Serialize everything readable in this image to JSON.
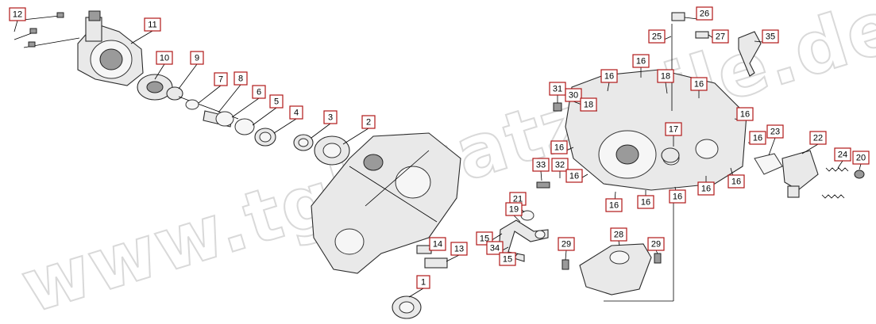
{
  "diagram": {
    "watermark": "www.tgb-satzteile.de",
    "callouts": [
      {
        "id": "c12",
        "label": "12"
      },
      {
        "id": "c11",
        "label": "11"
      },
      {
        "id": "c10",
        "label": "10"
      },
      {
        "id": "c9",
        "label": "9"
      },
      {
        "id": "c7",
        "label": "7"
      },
      {
        "id": "c8",
        "label": "8"
      },
      {
        "id": "c6",
        "label": "6"
      },
      {
        "id": "c5",
        "label": "5"
      },
      {
        "id": "c4",
        "label": "4"
      },
      {
        "id": "c3",
        "label": "3"
      },
      {
        "id": "c2",
        "label": "2"
      },
      {
        "id": "c1",
        "label": "1"
      },
      {
        "id": "c14",
        "label": "14"
      },
      {
        "id": "c13",
        "label": "13"
      },
      {
        "id": "c26",
        "label": "26"
      },
      {
        "id": "c25",
        "label": "25"
      },
      {
        "id": "c27",
        "label": "27"
      },
      {
        "id": "c35",
        "label": "35"
      },
      {
        "id": "c16a",
        "label": "16"
      },
      {
        "id": "c16b",
        "label": "16"
      },
      {
        "id": "c18a",
        "label": "18"
      },
      {
        "id": "c16c",
        "label": "16"
      },
      {
        "id": "c31",
        "label": "31"
      },
      {
        "id": "c30",
        "label": "30"
      },
      {
        "id": "c18b",
        "label": "18"
      },
      {
        "id": "c16d",
        "label": "16"
      },
      {
        "id": "c16e",
        "label": "16"
      },
      {
        "id": "c17",
        "label": "17"
      },
      {
        "id": "c16f",
        "label": "16"
      },
      {
        "id": "c23",
        "label": "23"
      },
      {
        "id": "c22",
        "label": "22"
      },
      {
        "id": "c33",
        "label": "33"
      },
      {
        "id": "c32",
        "label": "32"
      },
      {
        "id": "c16g",
        "label": "16"
      },
      {
        "id": "c24",
        "label": "24"
      },
      {
        "id": "c20",
        "label": "20"
      },
      {
        "id": "c16h",
        "label": "16"
      },
      {
        "id": "c16i",
        "label": "16"
      },
      {
        "id": "c16j",
        "label": "16"
      },
      {
        "id": "c16k",
        "label": "16"
      },
      {
        "id": "c16l",
        "label": "16"
      },
      {
        "id": "c21",
        "label": "21"
      },
      {
        "id": "c19",
        "label": "19"
      },
      {
        "id": "c15a",
        "label": "15"
      },
      {
        "id": "c34",
        "label": "34"
      },
      {
        "id": "c15b",
        "label": "15"
      },
      {
        "id": "c29a",
        "label": "29"
      },
      {
        "id": "c28",
        "label": "28"
      },
      {
        "id": "c29b",
        "label": "29"
      }
    ]
  }
}
